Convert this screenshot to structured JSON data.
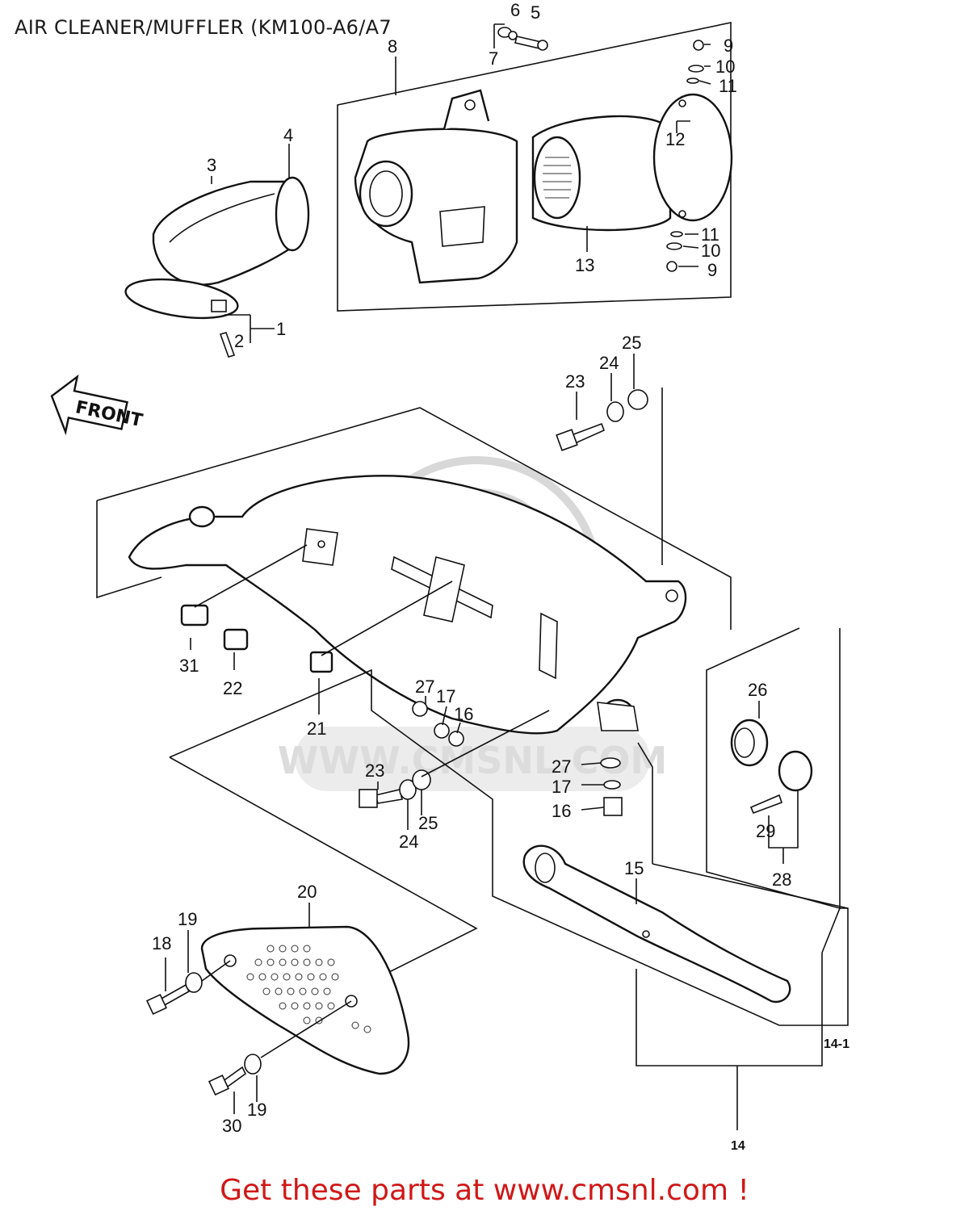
{
  "title": "AIR CLEANER/MUFFLER (KM100-A6/A7",
  "footer": "Get these parts at www.cmsnl.com !",
  "front_label": "FRONT",
  "watermark_text": "WWW.CMSNL.COM",
  "callouts": {
    "c1": "1",
    "c2": "2",
    "c3": "3",
    "c4": "4",
    "c5": "5",
    "c6": "6",
    "c7": "7",
    "c8": "8",
    "c9a": "9",
    "c10a": "10",
    "c11a": "11",
    "c12": "12",
    "c13": "13",
    "c11b": "11",
    "c10b": "10",
    "c9b": "9",
    "c23a": "23",
    "c24a": "24",
    "c25a": "25",
    "c31": "31",
    "c22": "22",
    "c21": "21",
    "c27a": "27",
    "c17a": "17",
    "c16a": "16",
    "c23b": "23",
    "c24b": "24",
    "c25b": "25",
    "c27b": "27",
    "c17b": "17",
    "c16b": "16",
    "c26": "26",
    "c29": "29",
    "c28": "28",
    "c15": "15",
    "c20": "20",
    "c19a": "19",
    "c18": "18",
    "c30": "30",
    "c19b": "19",
    "c14_1": "14-1",
    "c14": "14"
  },
  "colors": {
    "footer": "#d01818",
    "line": "#111111",
    "watermark": "#d8d8d8"
  }
}
